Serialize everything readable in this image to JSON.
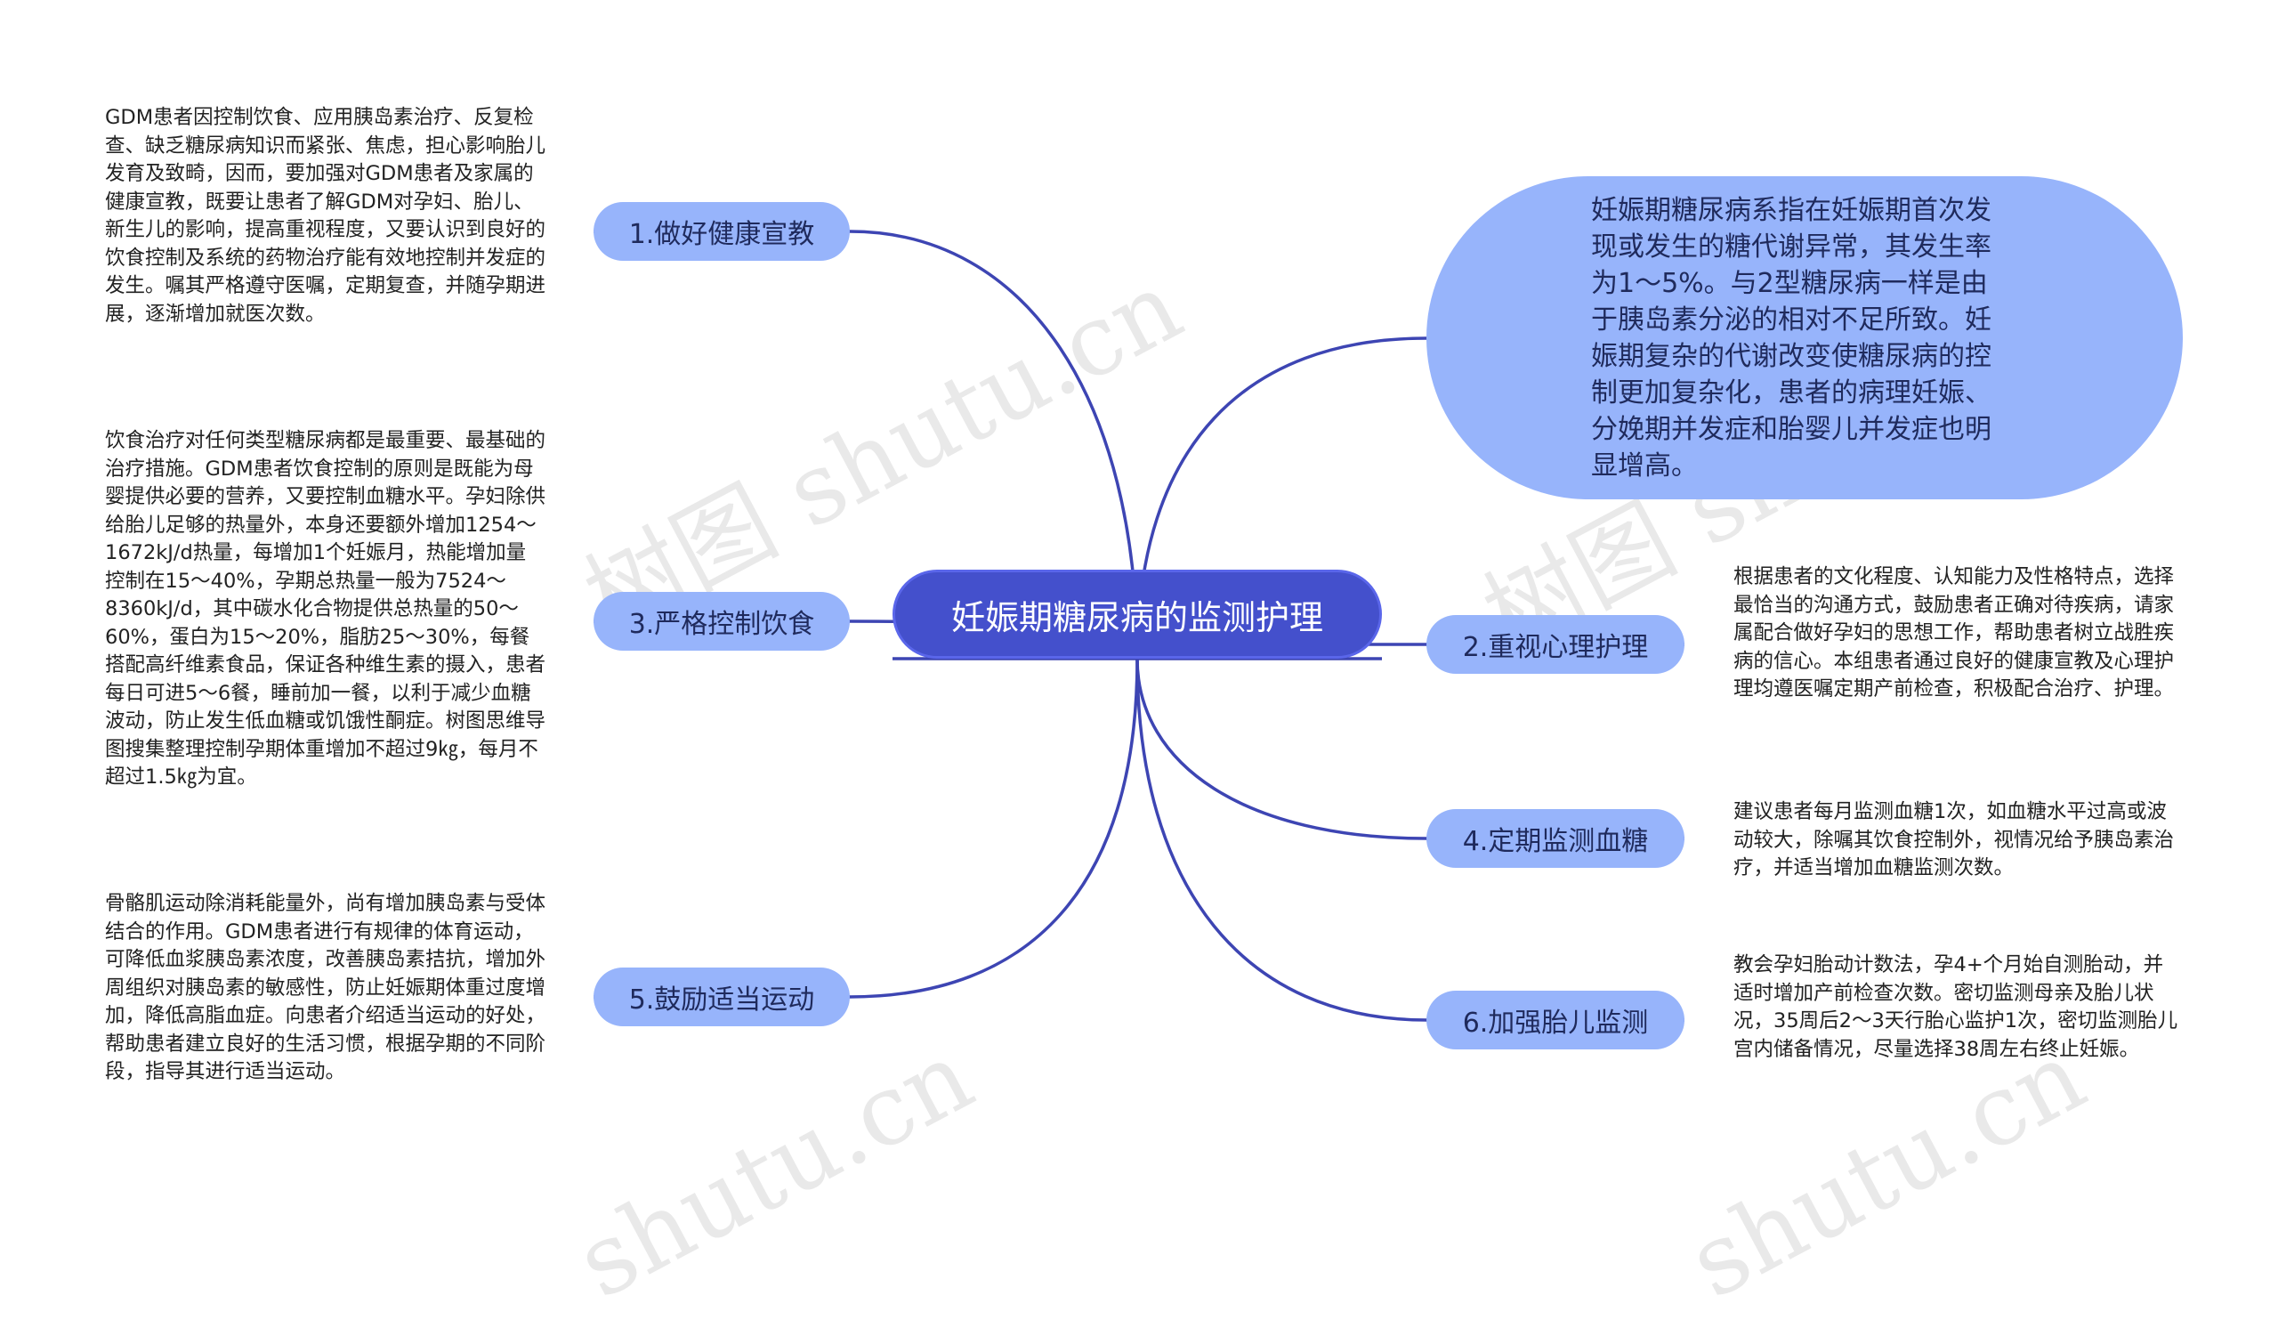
{
  "root": {
    "label": "妊娠期糖尿病的监测护理"
  },
  "definition": {
    "text": "妊娠期糖尿病系指在妊娠期首次发现或发生的糖代谢异常，其发生率为1～5%。与2型糖尿病一样是由于胰岛素分泌的相对不足所致。妊娠期复杂的代谢改变使糖尿病的控制更加复杂化，患者的病理妊娠、分娩期并发症和胎婴儿并发症也明显增高。"
  },
  "branches": [
    {
      "label": "1.做好健康宣教",
      "note": "GDM患者因控制饮食、应用胰岛素治疗、反复检查、缺乏糖尿病知识而紧张、焦虑，担心影响胎儿发育及致畸，因而，要加强对GDM患者及家属的健康宣教，既要让患者了解GDM对孕妇、胎儿、新生儿的影响，提高重视程度，又要认识到良好的饮食控制及系统的药物治疗能有效地控制并发症的发生。嘱其严格遵守医嘱，定期复查，并随孕期进展，逐渐增加就医次数。"
    },
    {
      "label": "2.重视心理护理",
      "note": "根据患者的文化程度、认知能力及性格特点，选择最恰当的沟通方式，鼓励患者正确对待疾病，请家属配合做好孕妇的思想工作，帮助患者树立战胜疾病的信心。本组患者通过良好的健康宣教及心理护理均遵医嘱定期产前检查，积极配合治疗、护理。"
    },
    {
      "label": "3.严格控制饮食",
      "note": "饮食治疗对任何类型糖尿病都是最重要、最基础的治疗措施。GDM患者饮食控制的原则是既能为母婴提供必要的营养，又要控制血糖水平。孕妇除供给胎儿足够的热量外，本身还要额外增加1254～1672kJ/d热量，每增加1个妊娠月，热能增加量控制在15～40%，孕期总热量一般为7524～8360kJ/d，其中碳水化合物提供总热量的50～60%，蛋白为15～20%，脂肪25～30%，每餐搭配高纤维素食品，保证各种维生素的摄入，患者每日可进5～6餐，睡前加一餐，以利于减少血糖波动，防止发生低血糖或饥饿性酮症。树图思维导图搜集整理控制孕期体重增加不超过9㎏，每月不超过1.5㎏为宜。"
    },
    {
      "label": "4.定期监测血糖",
      "note": "建议患者每月监测血糖1次，如血糖水平过高或波动较大，除嘱其饮食控制外，视情况给予胰岛素治疗，并适当增加血糖监测次数。"
    },
    {
      "label": "5.鼓励适当运动",
      "note": "骨骼肌运动除消耗能量外，尚有增加胰岛素与受体结合的作用。GDM患者进行有规律的体育运动，可降低血浆胰岛素浓度，改善胰岛素拮抗，增加外周组织对胰岛素的敏感性，防止妊娠期体重过度增加，降低高脂血症。向患者介绍适当运动的好处，帮助患者建立良好的生活习惯，根据孕期的不同阶段，指导其进行适当运动。"
    },
    {
      "label": "6.加强胎儿监测",
      "note": "教会孕妇胎动计数法，孕4+个月始自测胎动，并适时增加产前检查次数。密切监测母亲及胎儿状况，35周后2～3天行胎心监护1次，密切监测胎儿宫内储备情况，尽量选择38周左右终止妊娠。"
    }
  ],
  "watermarks": [
    "树图 shutu.cn",
    "树图 shutu.cn",
    "shutu.cn",
    "shutu.cn"
  ],
  "colors": {
    "root": "#4450cc",
    "branch": "#97b4fb",
    "line": "#3d45b3"
  }
}
